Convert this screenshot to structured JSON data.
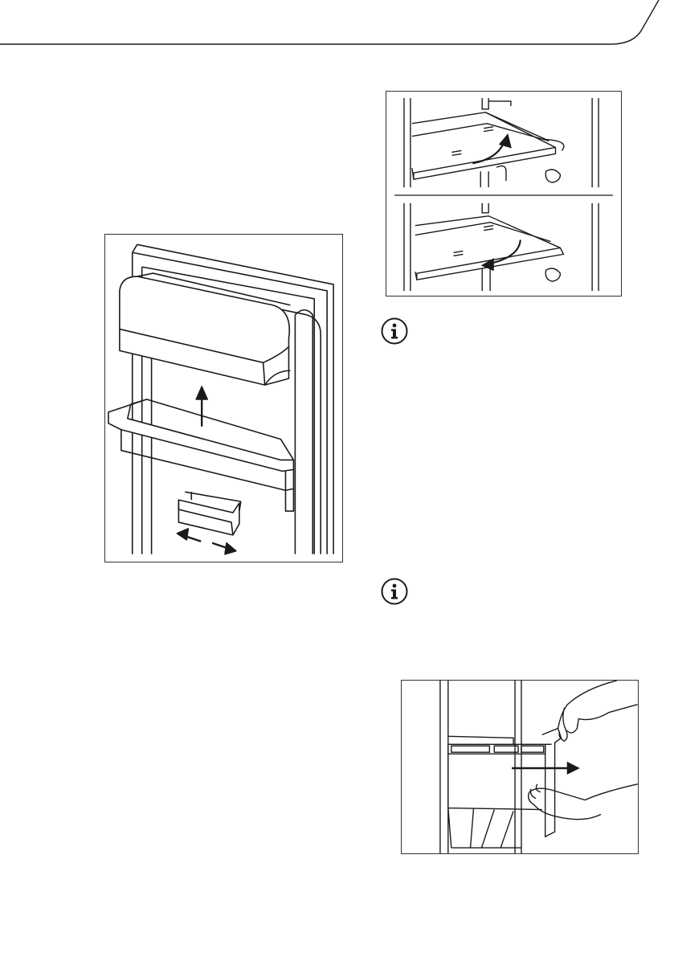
{
  "page": {
    "figures": [
      {
        "name": "door-shelf-removal-illustration",
        "description_icon": "door-balcony-arrows"
      },
      {
        "name": "glass-shelf-repositioning-illustration",
        "description_icon": "shelf-tilt-arrows"
      },
      {
        "name": "drawer-removal-illustration",
        "description_icon": "hands-pull-drawer"
      }
    ],
    "icons": [
      "info-icon",
      "info-icon"
    ],
    "colors": {
      "ink": "#1a1a1a",
      "background": "#ffffff"
    }
  }
}
